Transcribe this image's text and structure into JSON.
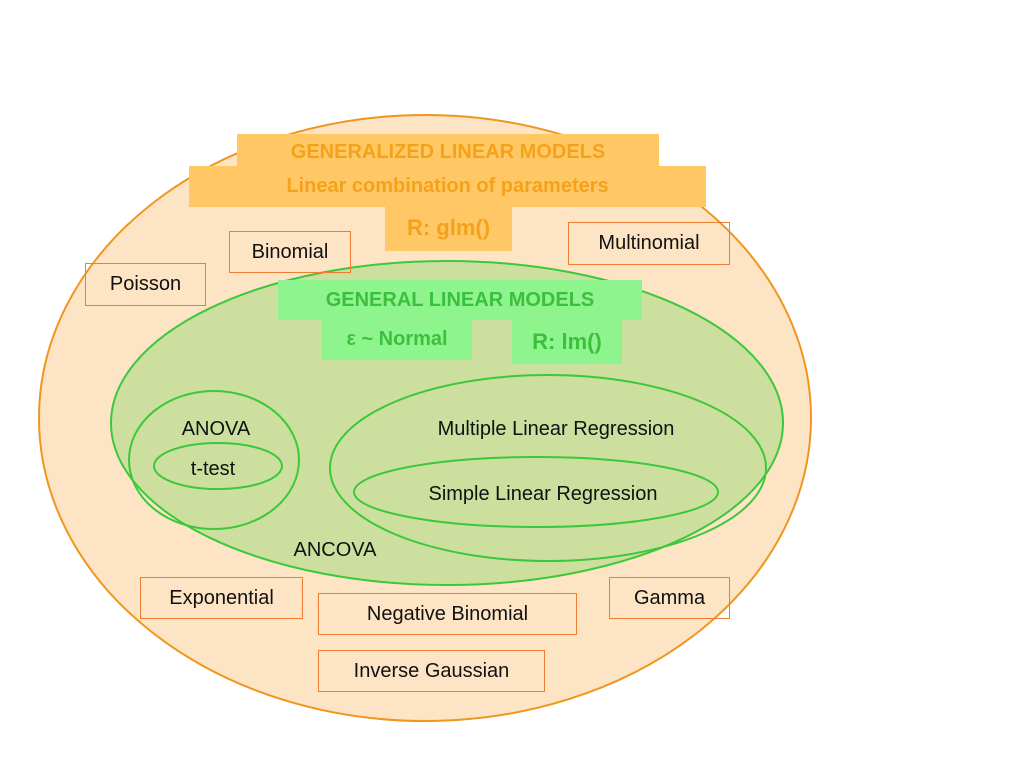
{
  "glm": {
    "title": "GENERALIZED LINEAR MODELS",
    "subtitle": "Linear combination of parameters",
    "r_function": "R: glm()",
    "colors": {
      "fill": "#fde4c4",
      "stroke": "#f0961e",
      "header_bg": "#ffc865",
      "header_text": "#f4a21a"
    }
  },
  "lm": {
    "title": "GENERAL LINEAR MODELS",
    "error": "ε ~ Normal",
    "r_function": "R: lm()",
    "colors": {
      "fill": "#cddf9e",
      "stroke": "#3cc83c",
      "header_bg": "#8ef58e",
      "header_text": "#3cbf3c"
    }
  },
  "distributions": [
    "Binomial",
    "Poisson",
    "Multinomial",
    "Exponential",
    "Negative Binomial",
    "Gamma",
    "Inverse Gaussian"
  ],
  "models": {
    "anova": "ANOVA",
    "ttest": "t-test",
    "mlr": "Multiple Linear Regression",
    "slr": "Simple Linear Regression",
    "ancova": "ANCOVA"
  }
}
